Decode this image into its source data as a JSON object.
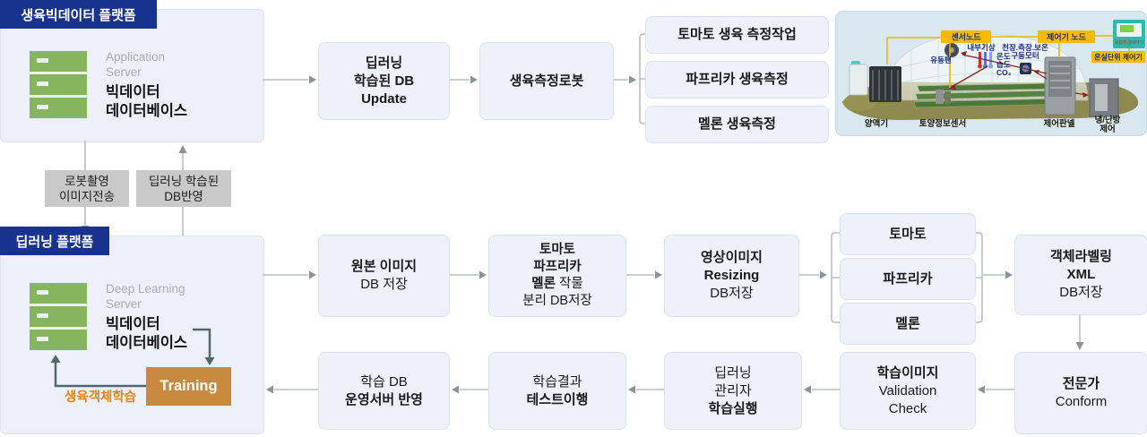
{
  "platform1": {
    "badge": "생육빅데이터 플랫폼",
    "server_type": "Application\nServer",
    "server_name": "빅데이터\n데이터베이스"
  },
  "platform2": {
    "badge": "딥러닝 플랫폼",
    "server_type": "Deep Learning\nServer",
    "server_name": "빅데이터\n데이터베이스",
    "training_label": "Training",
    "loop_label": "생육객체학습"
  },
  "connectors": {
    "robot_capture": "로봇촬영\n이미지전송",
    "db_reflect": "딥러닝 학습된\nDB반영"
  },
  "flow": {
    "db_update": {
      "lines": [
        [
          [
            "딥러닝",
            1
          ]
        ],
        [
          [
            "학습된 DB",
            1
          ]
        ],
        [
          [
            "Update",
            1
          ]
        ]
      ]
    },
    "growth_robot": {
      "lines": [
        [
          [
            "생육측정로봇",
            1
          ]
        ]
      ]
    },
    "tomato_task": {
      "lines": [
        [
          [
            "토마토 생육 측정작업",
            1
          ]
        ]
      ]
    },
    "paprika_task": {
      "lines": [
        [
          [
            "파프리카 생육측정",
            1
          ]
        ]
      ]
    },
    "melon_task": {
      "lines": [
        [
          [
            "멜론 생육측정",
            1
          ]
        ]
      ]
    },
    "orig_image": {
      "lines": [
        [
          [
            "원본 이미지",
            1
          ]
        ],
        [
          [
            "DB 저장",
            0
          ]
        ]
      ]
    },
    "crop_split": {
      "lines": [
        [
          [
            "토마토",
            1
          ]
        ],
        [
          [
            "파프리카",
            1
          ]
        ],
        [
          [
            "멜론 ",
            1
          ],
          [
            "작물",
            0
          ]
        ],
        [
          [
            "분리 DB저장",
            0
          ]
        ]
      ]
    },
    "resizing": {
      "lines": [
        [
          [
            "영상이미지",
            1
          ]
        ],
        [
          [
            "Resizing",
            1
          ]
        ],
        [
          [
            "DB저장",
            0
          ]
        ]
      ]
    },
    "tomato": {
      "lines": [
        [
          [
            "토마토",
            1
          ]
        ]
      ]
    },
    "paprika": {
      "lines": [
        [
          [
            "파프리카",
            1
          ]
        ]
      ]
    },
    "melon": {
      "lines": [
        [
          [
            "멜론",
            1
          ]
        ]
      ]
    },
    "xml_label": {
      "lines": [
        [
          [
            "객체라벨링",
            1
          ]
        ],
        [
          [
            "XML",
            1
          ]
        ],
        [
          [
            "DB저장",
            0
          ]
        ]
      ]
    },
    "expert": {
      "lines": [
        [
          [
            "전문가",
            1
          ]
        ],
        [
          [
            "Conform",
            0
          ]
        ]
      ]
    },
    "validation": {
      "lines": [
        [
          [
            "학습이미지",
            1
          ]
        ],
        [
          [
            "Validation",
            0
          ]
        ],
        [
          [
            "Check",
            0
          ]
        ]
      ]
    },
    "train_exec": {
      "lines": [
        [
          [
            "딥러닝",
            0
          ]
        ],
        [
          [
            "관리자",
            0
          ]
        ],
        [
          [
            "학습실행",
            1
          ]
        ]
      ]
    },
    "test_run": {
      "lines": [
        [
          [
            "학습결과",
            0
          ]
        ],
        [
          [
            "테스트이행",
            1
          ]
        ]
      ]
    },
    "db_deploy": {
      "lines": [
        [
          [
            "학습 DB",
            0
          ]
        ],
        [
          [
            "운영서버 반영",
            1
          ]
        ]
      ]
    }
  },
  "photo": {
    "labels": {
      "sensor_node": "센서노드",
      "controller_node": "제어기 노드",
      "unit_controller": "온실단위 제어기",
      "device": "복합환경제어기",
      "indoor": "내부기상",
      "motor1": "천장.측장.보온",
      "motor2": "구동모터",
      "temp": "온도",
      "humid": "습도",
      "co2": "CO₂",
      "fan": "유동팬",
      "nutrient": "양액기",
      "soil": "토양정보센서",
      "panel": "제어판넬",
      "hvac1": "냉/난방",
      "hvac2": "제어"
    }
  },
  "colors": {
    "accent_blue": "#17338e",
    "box_fill": "#eef1f9",
    "gray_box": "#c9c9c9",
    "training_orange": "#c9893f",
    "loop_text_orange": "#e5830f",
    "server_green": "#85b55f",
    "label_yellow": "#f6ba00"
  }
}
